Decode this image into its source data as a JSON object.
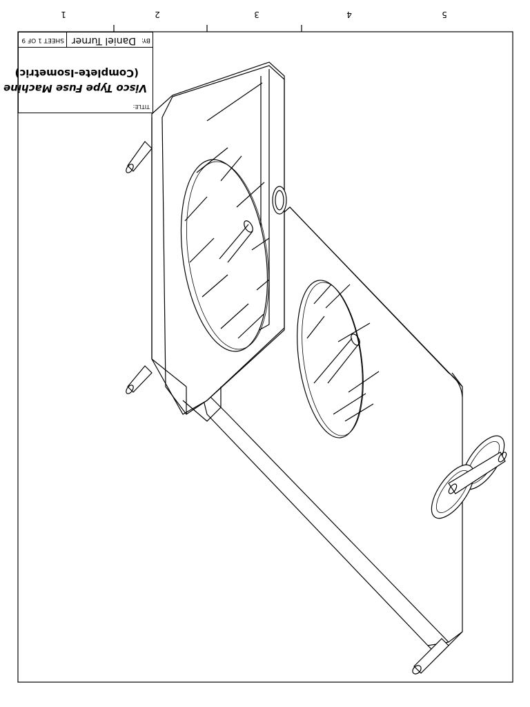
{
  "sheet": {
    "orientation": "rotated-180",
    "zones": [
      "1",
      "2",
      "3",
      "4",
      "5"
    ]
  },
  "title_block": {
    "title_label": "TITLE:",
    "title_line1": "Visco Type Fuse Machine",
    "title_line2": "(Complete-Isometric)",
    "by_label": "BY:",
    "author": "Daniel Turner",
    "sheet": "SHEET 1 OF 9"
  }
}
